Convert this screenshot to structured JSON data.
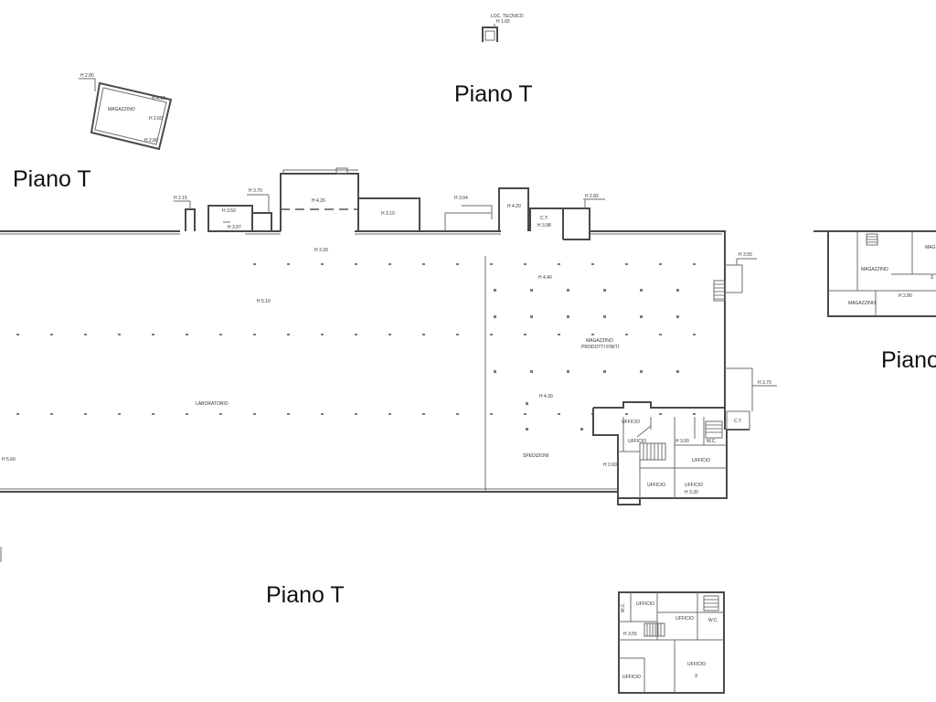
{
  "plan_labels": {
    "piano_top": "Piano T",
    "piano_left": "Piano T",
    "piano_right": "Piano",
    "piano_bottom": "Piano T"
  },
  "rooms": {
    "loc_tecnico": "LOC. TECNICO",
    "loc_tecnico_h": "H 1.65",
    "magazzino_small": "MAGAZZINO",
    "magazzino_small_h1": "H 2.80",
    "magazzino_small_h2": "H 4.10",
    "magazzino_small_h3": "H 2.60",
    "magazzino_small_h4": "H 2.80",
    "laboratorio": "LABORATORIO",
    "magazzino_prodotti_1": "MAGAZZINO",
    "magazzino_prodotti_2": "PRODOTTI FINITI",
    "spedizioni": "SPEDIZIONI",
    "ct_top": "C.T.",
    "ct_right": "C.T.",
    "ufficio_1": "UFFICIO",
    "ufficio_2": "UFFICIO",
    "ufficio_3": "UFFICIO",
    "ufficio_4": "UFFICIO",
    "ufficio_5": "UFFICIO",
    "wc_1": "W.C.",
    "right_magazzino_1": "MAGAZZINO",
    "right_magazzino_2": "MAGAZZINO",
    "right_mag_top": "MAG",
    "right_s": "S",
    "bottom_ufficio_1": "UFFICIO",
    "bottom_ufficio_2": "UFFICIO",
    "bottom_ufficio_3": "UFFICIO",
    "bottom_ufficio_4": "UFFICIO",
    "bottom_wc_1": "W.C.",
    "bottom_wc_2": "W.C.",
    "bottom_x": "X"
  },
  "heights": {
    "h215": "H 2.15",
    "h350": "H 3.50",
    "h397": "H 3.97",
    "h370a": "H 3.70",
    "h426": "H 4.26",
    "h310": "H 3.10",
    "h304": "H 3.04",
    "h420": "H 4.20",
    "h398": "H 3.98",
    "h282": "H 2.82",
    "h330": "H 3.30",
    "h510": "H 5.10",
    "h440": "H 4.40",
    "h430": "H 4.30",
    "h355": "H 3.55",
    "h370b": "H 3.70",
    "h560": "H 5.60",
    "h300": "H 3.00",
    "h260": "H 2.60",
    "h330b": "H 3.30",
    "h280r": "H 2.80",
    "hb355": "H 3.55"
  }
}
